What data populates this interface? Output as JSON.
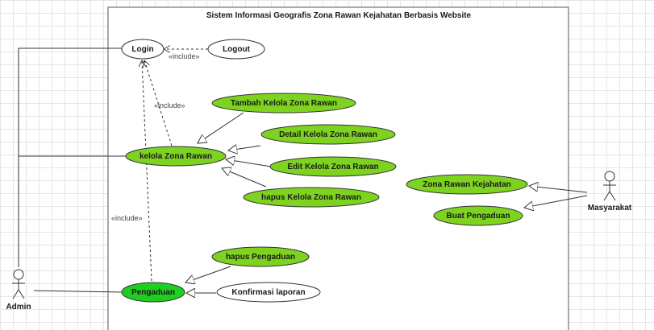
{
  "system": {
    "title": "Sistem Informasi Geografis Zona Rawan Kejahatan Berbasis Website"
  },
  "actors": {
    "admin": "Admin",
    "masyarakat": "Masyarakat"
  },
  "usecases": {
    "login": "Login",
    "logout": "Logout",
    "tambah": "Tambah Kelola Zona Rawan",
    "detail": "Detail Kelola Zona Rawan",
    "kelola": "kelola Zona Rawan",
    "edit": "Edit Kelola Zona Rawan",
    "hapus_zona": "hapus Kelola Zona Rawan",
    "zona_rawan": "Zona Rawan Kejahatan",
    "buat_pengaduan": "Buat Pengaduan",
    "hapus_pengaduan": "hapus Pengaduan",
    "pengaduan": "Pengaduan",
    "konfirmasi": "Konfirmasi laporan"
  },
  "relations": {
    "include_logout": "«include»",
    "include_kelola": "«include»",
    "include_pengaduan": "«include»"
  },
  "colors": {
    "usecase_fill": "#7ed320",
    "usecase_fill_dark": "#1fcf1f",
    "usecase_white": "#ffffff",
    "line": "#333333"
  }
}
